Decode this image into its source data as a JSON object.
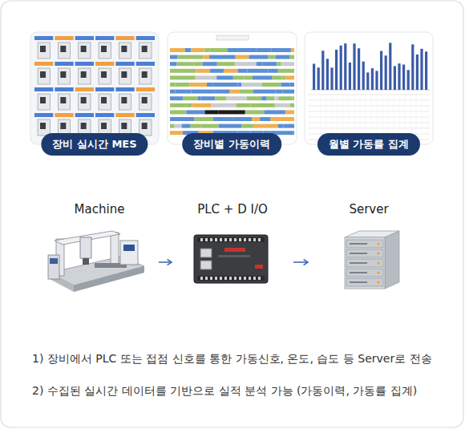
{
  "diagram": {
    "nodes": [
      {
        "text": [
          "장비 실시간 MES"
        ]
      },
      {
        "text": [
          "장비별 가동이력"
        ]
      },
      {
        "text": [
          "월별 가동률 집계"
        ]
      },
      {
        "text": [
          "Machine"
        ]
      },
      {
        "text": [
          "PLC + D I/O"
        ]
      },
      {
        "text": [
          "Server"
        ]
      }
    ],
    "edges": [
      {
        "from": 3,
        "to": 4,
        "arrow": "to"
      },
      {
        "from": 4,
        "to": 5,
        "arrow": "to"
      }
    ],
    "labels": [
      "1) 장비에서 PLC 또는 접점 신호를 통한 가동신호, 온도, 습도 등 Server로 전송",
      "2) 수집된 실시간 데이터를 기반으로 실적 분석 가능 (가동이력, 가동률 집계)"
    ]
  }
}
